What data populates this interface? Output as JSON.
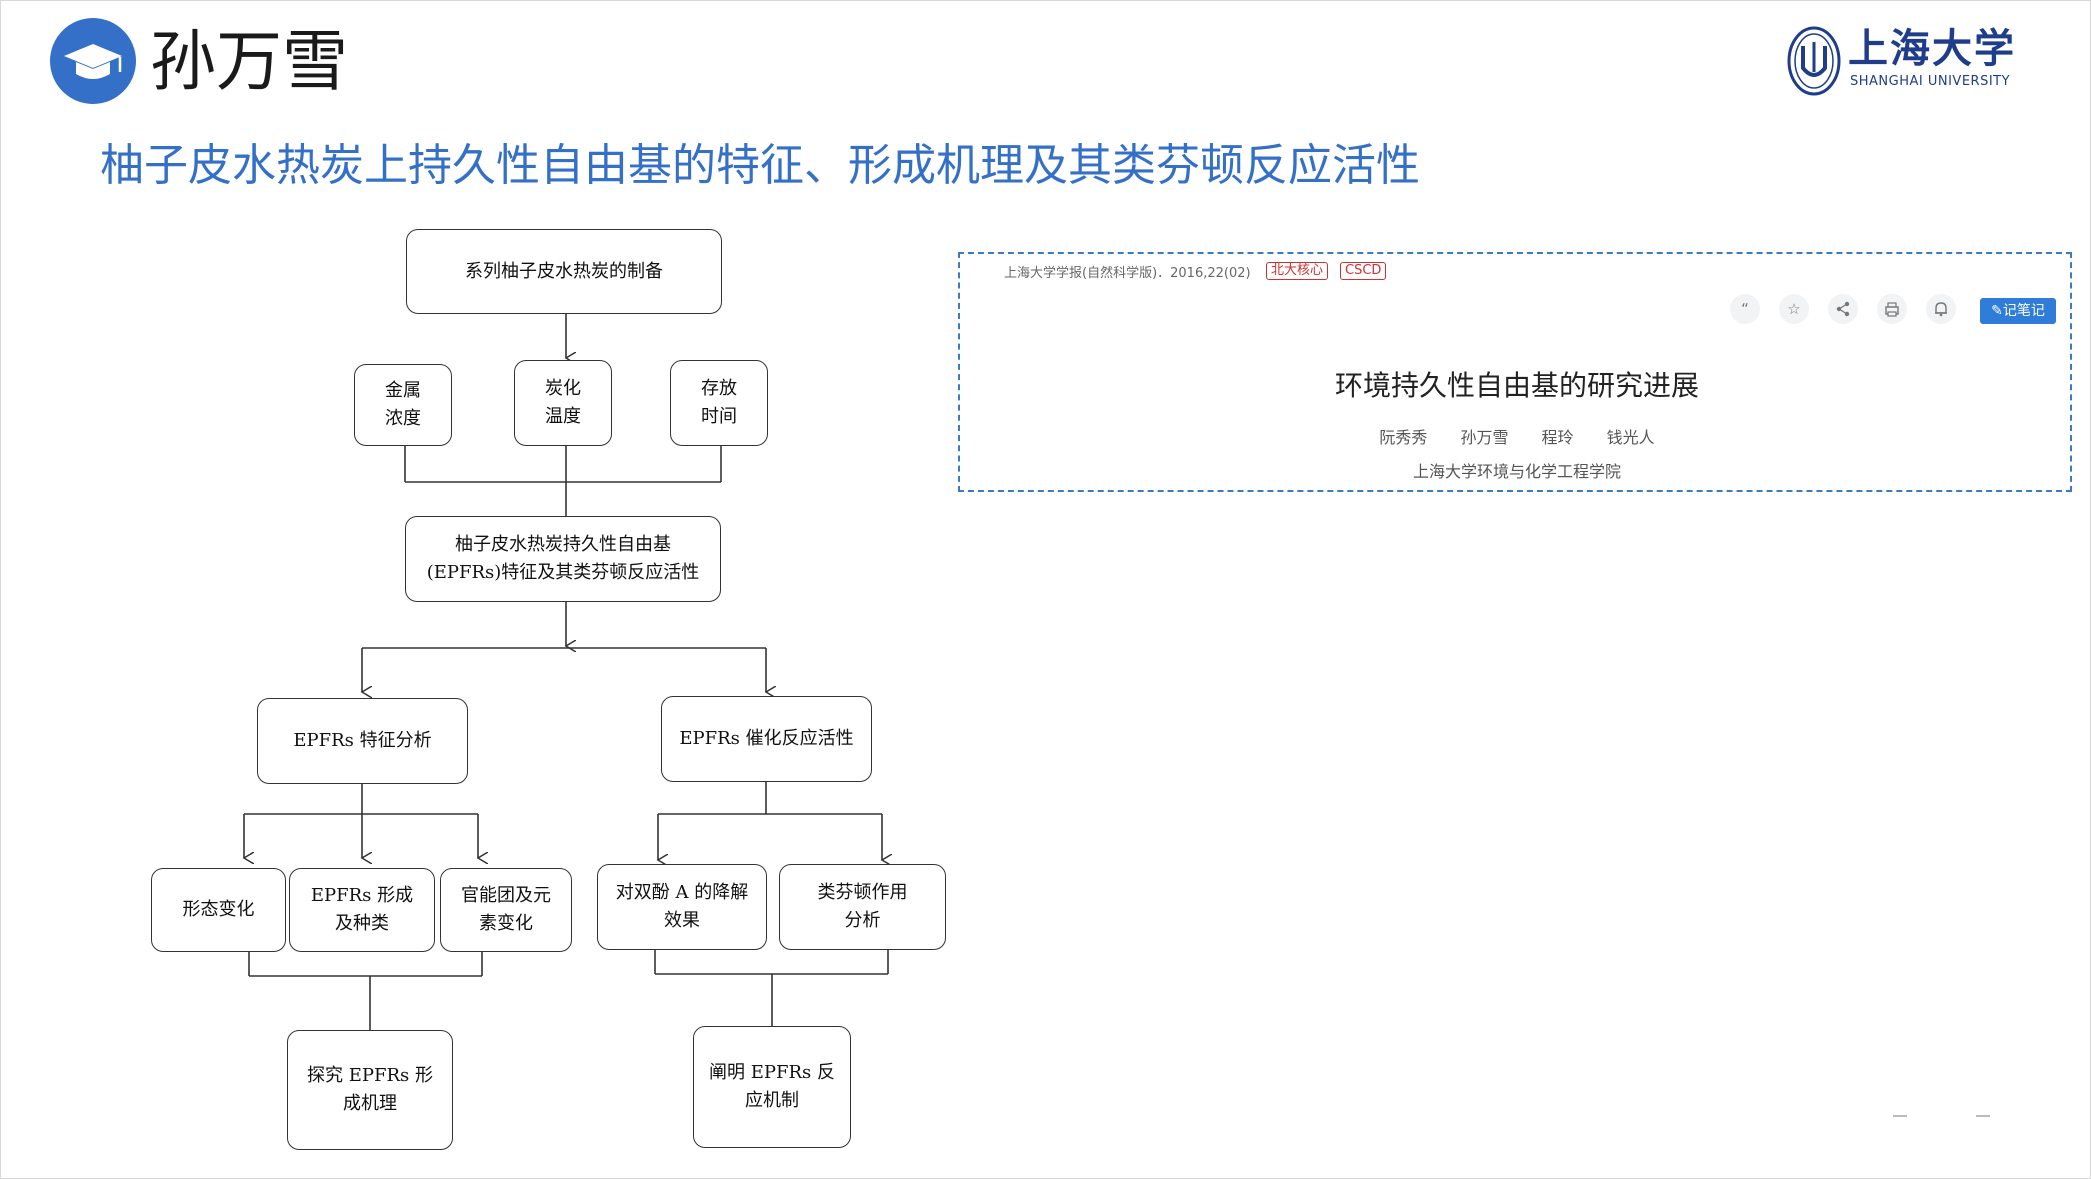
{
  "header": {
    "author": "孙万雪",
    "slide_title": "柚子皮水热炭上持久性自由基的特征、形成机理及其类芬顿反应活性",
    "logo_text": "上海大学",
    "logo_subtext": "SHANGHAI UNIVERSITY"
  },
  "flowchart": {
    "prep": "系列柚子皮水热炭的制备",
    "factor1": "金属\n浓度",
    "factor2": "炭化\n温度",
    "factor3": "存放\n时间",
    "core": "柚子皮水热炭持久性自由基\n(EPFRs)特征及其类芬顿反应活性",
    "left_branch": "EPFRs 特征分析",
    "right_branch": "EPFRs 催化反应活性",
    "left1": "形态变化",
    "left2": "EPFRs 形成\n及种类",
    "left3": "官能团及元\n素变化",
    "right1": "对双酚 A 的降解\n效果",
    "right2": "类芬顿作用\n分析",
    "left_result": "探究 EPFRs 形\n成机理",
    "right_result": "阐明 EPFRs 反\n应机制"
  },
  "article": {
    "journal": "上海大学学报(自然科学版)．2016,22(02)",
    "tags": [
      "北大核心",
      "CSCD"
    ],
    "tool_icons": [
      "quote-icon",
      "star-icon",
      "share-icon",
      "print-icon",
      "bell-icon"
    ],
    "note_button": "记笔记",
    "title": "环境持久性自由基的研究进展",
    "authors": [
      "阮秀秀",
      "孙万雪",
      "程玲",
      "钱光人"
    ],
    "affiliation": "上海大学环境与化学工程学院"
  },
  "colors": {
    "accent": "#3470c8",
    "tag_red": "#d32f2f",
    "button_blue": "#2f7dd8",
    "logo_navy": "#1f3d8a"
  }
}
